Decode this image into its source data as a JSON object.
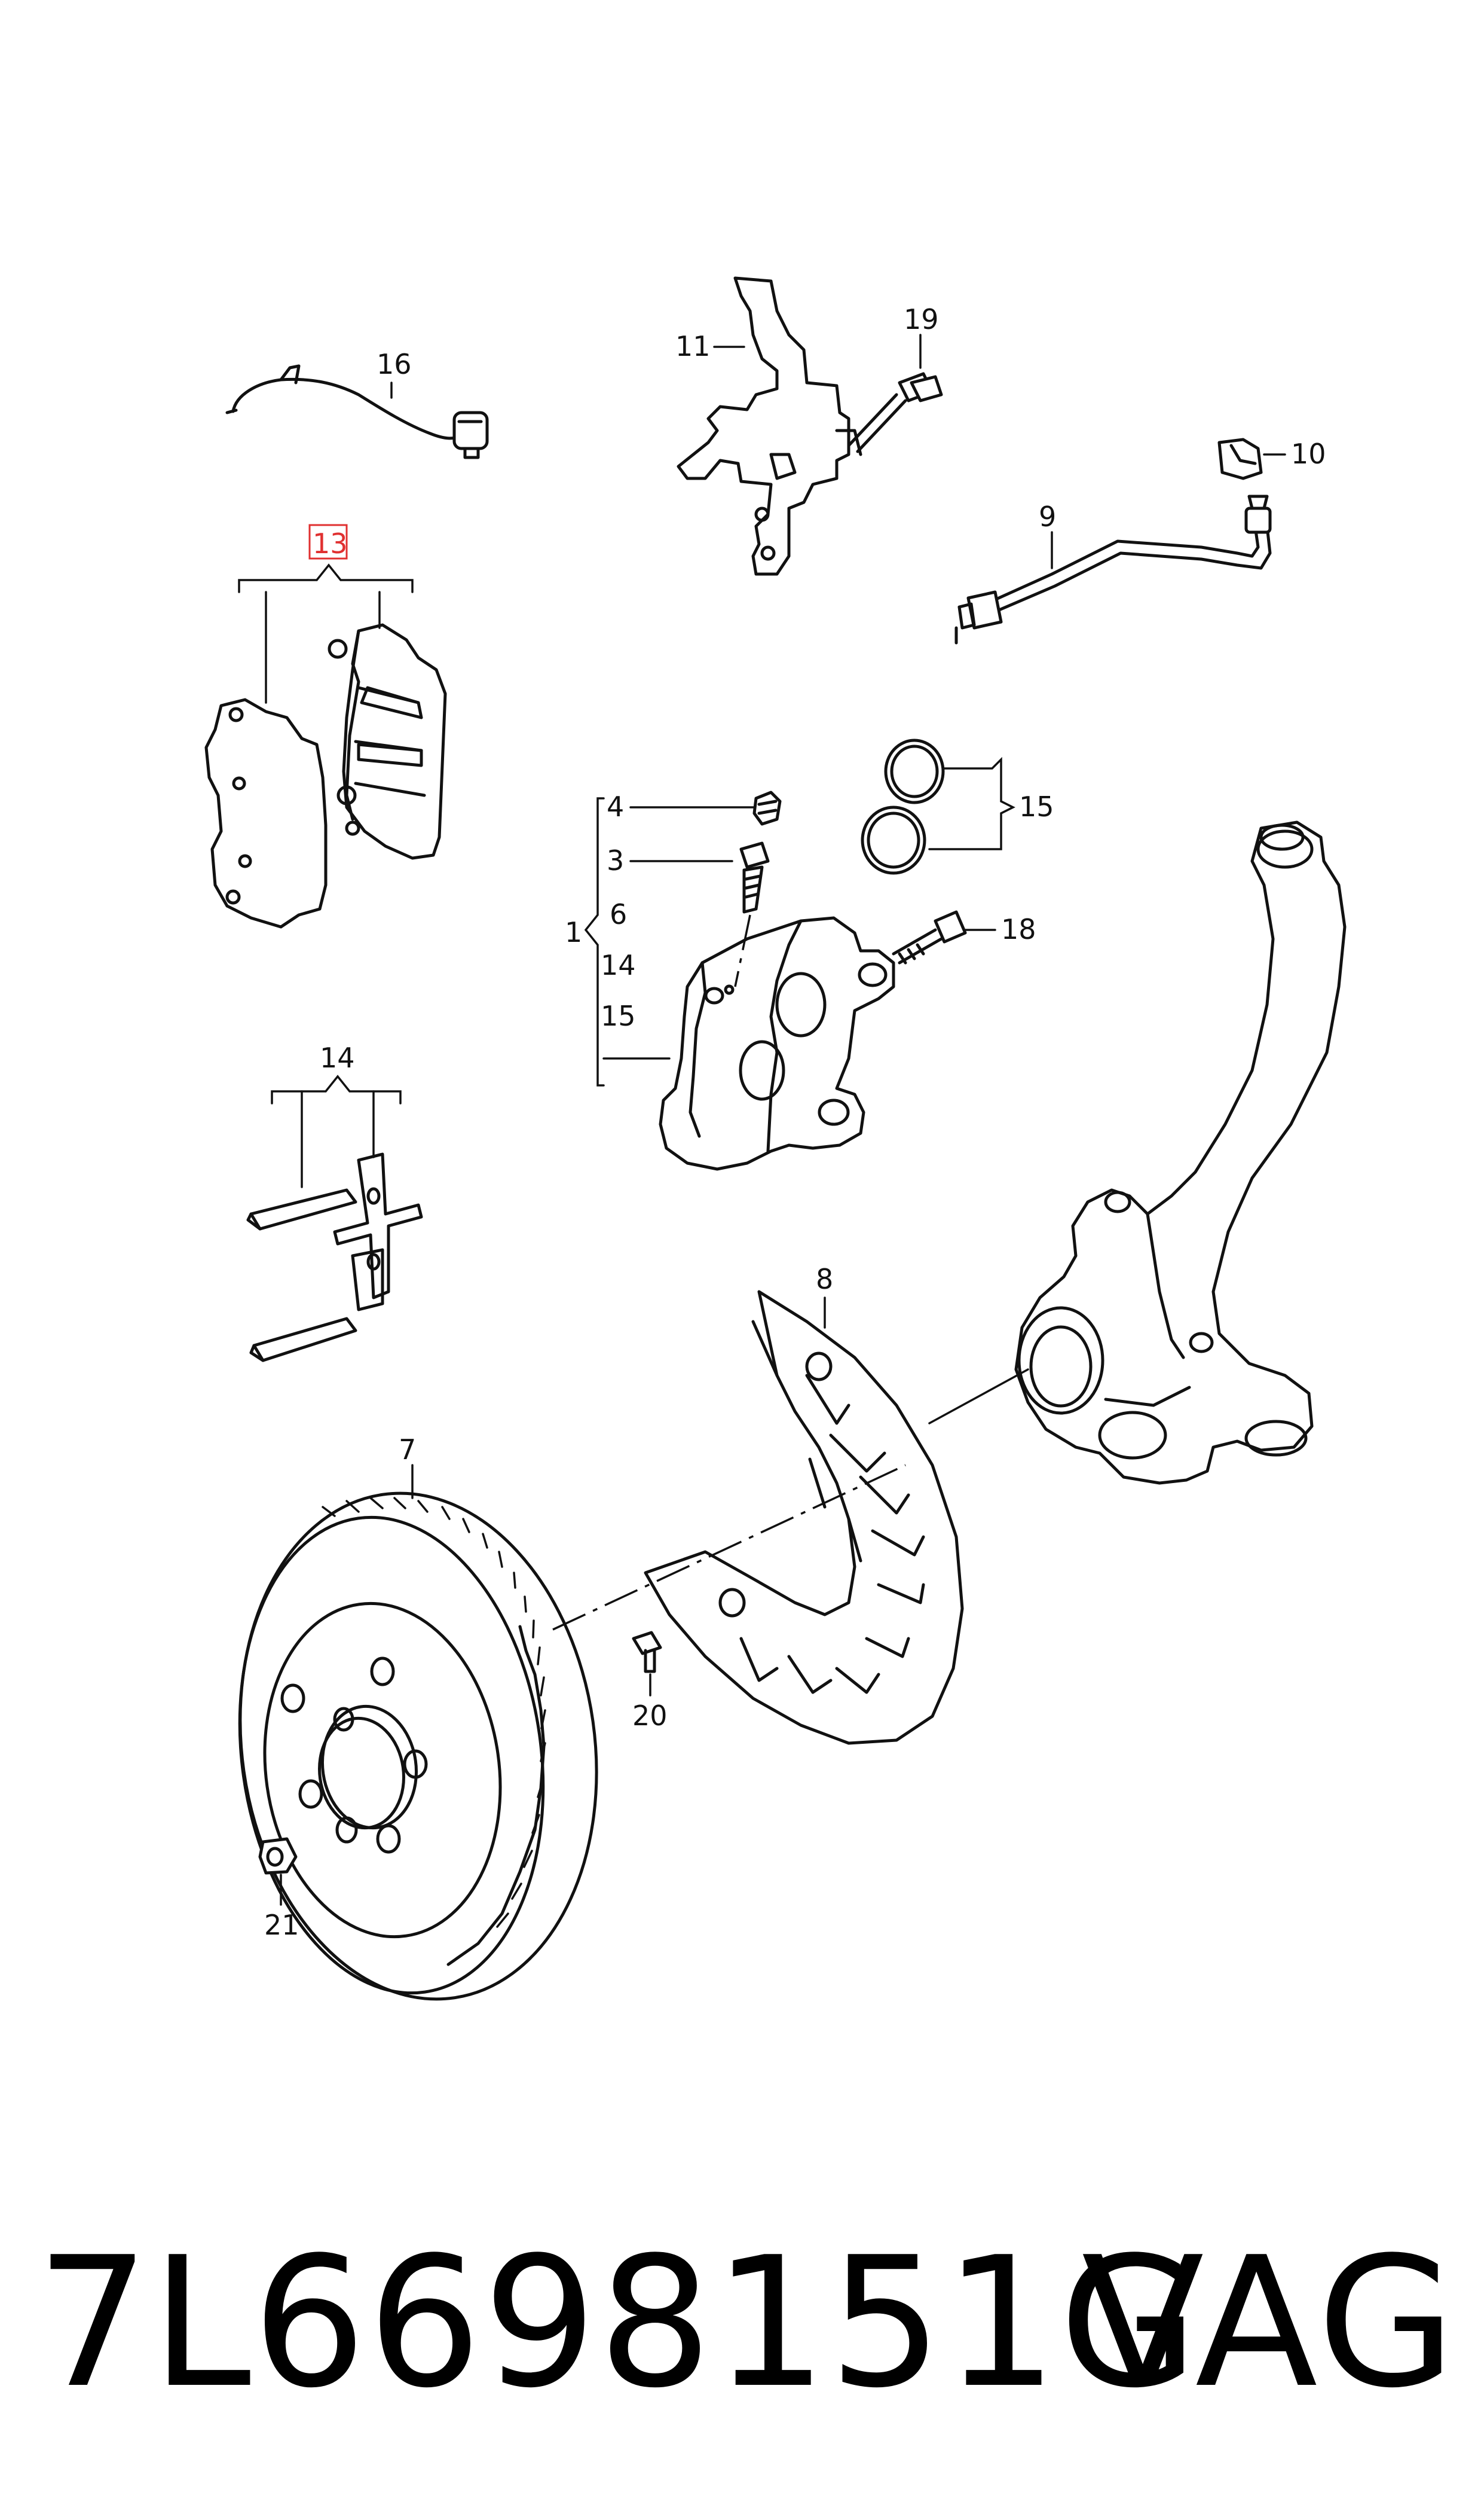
{
  "callouts": {
    "c16": "16",
    "c11": "11",
    "c19": "19",
    "c10": "10",
    "c9": "9",
    "c13": "13",
    "c15": "15",
    "c4": "4",
    "c3": "3",
    "c1": "1",
    "c6": "6",
    "c14a": "14",
    "c15b": "15",
    "c18": "18",
    "c14": "14",
    "c8": "8",
    "c7": "7",
    "c20": "20",
    "c21": "21"
  },
  "footer": {
    "part_number": "7L6698151G",
    "brand": "VAG"
  },
  "highlight_color": "#e03030"
}
